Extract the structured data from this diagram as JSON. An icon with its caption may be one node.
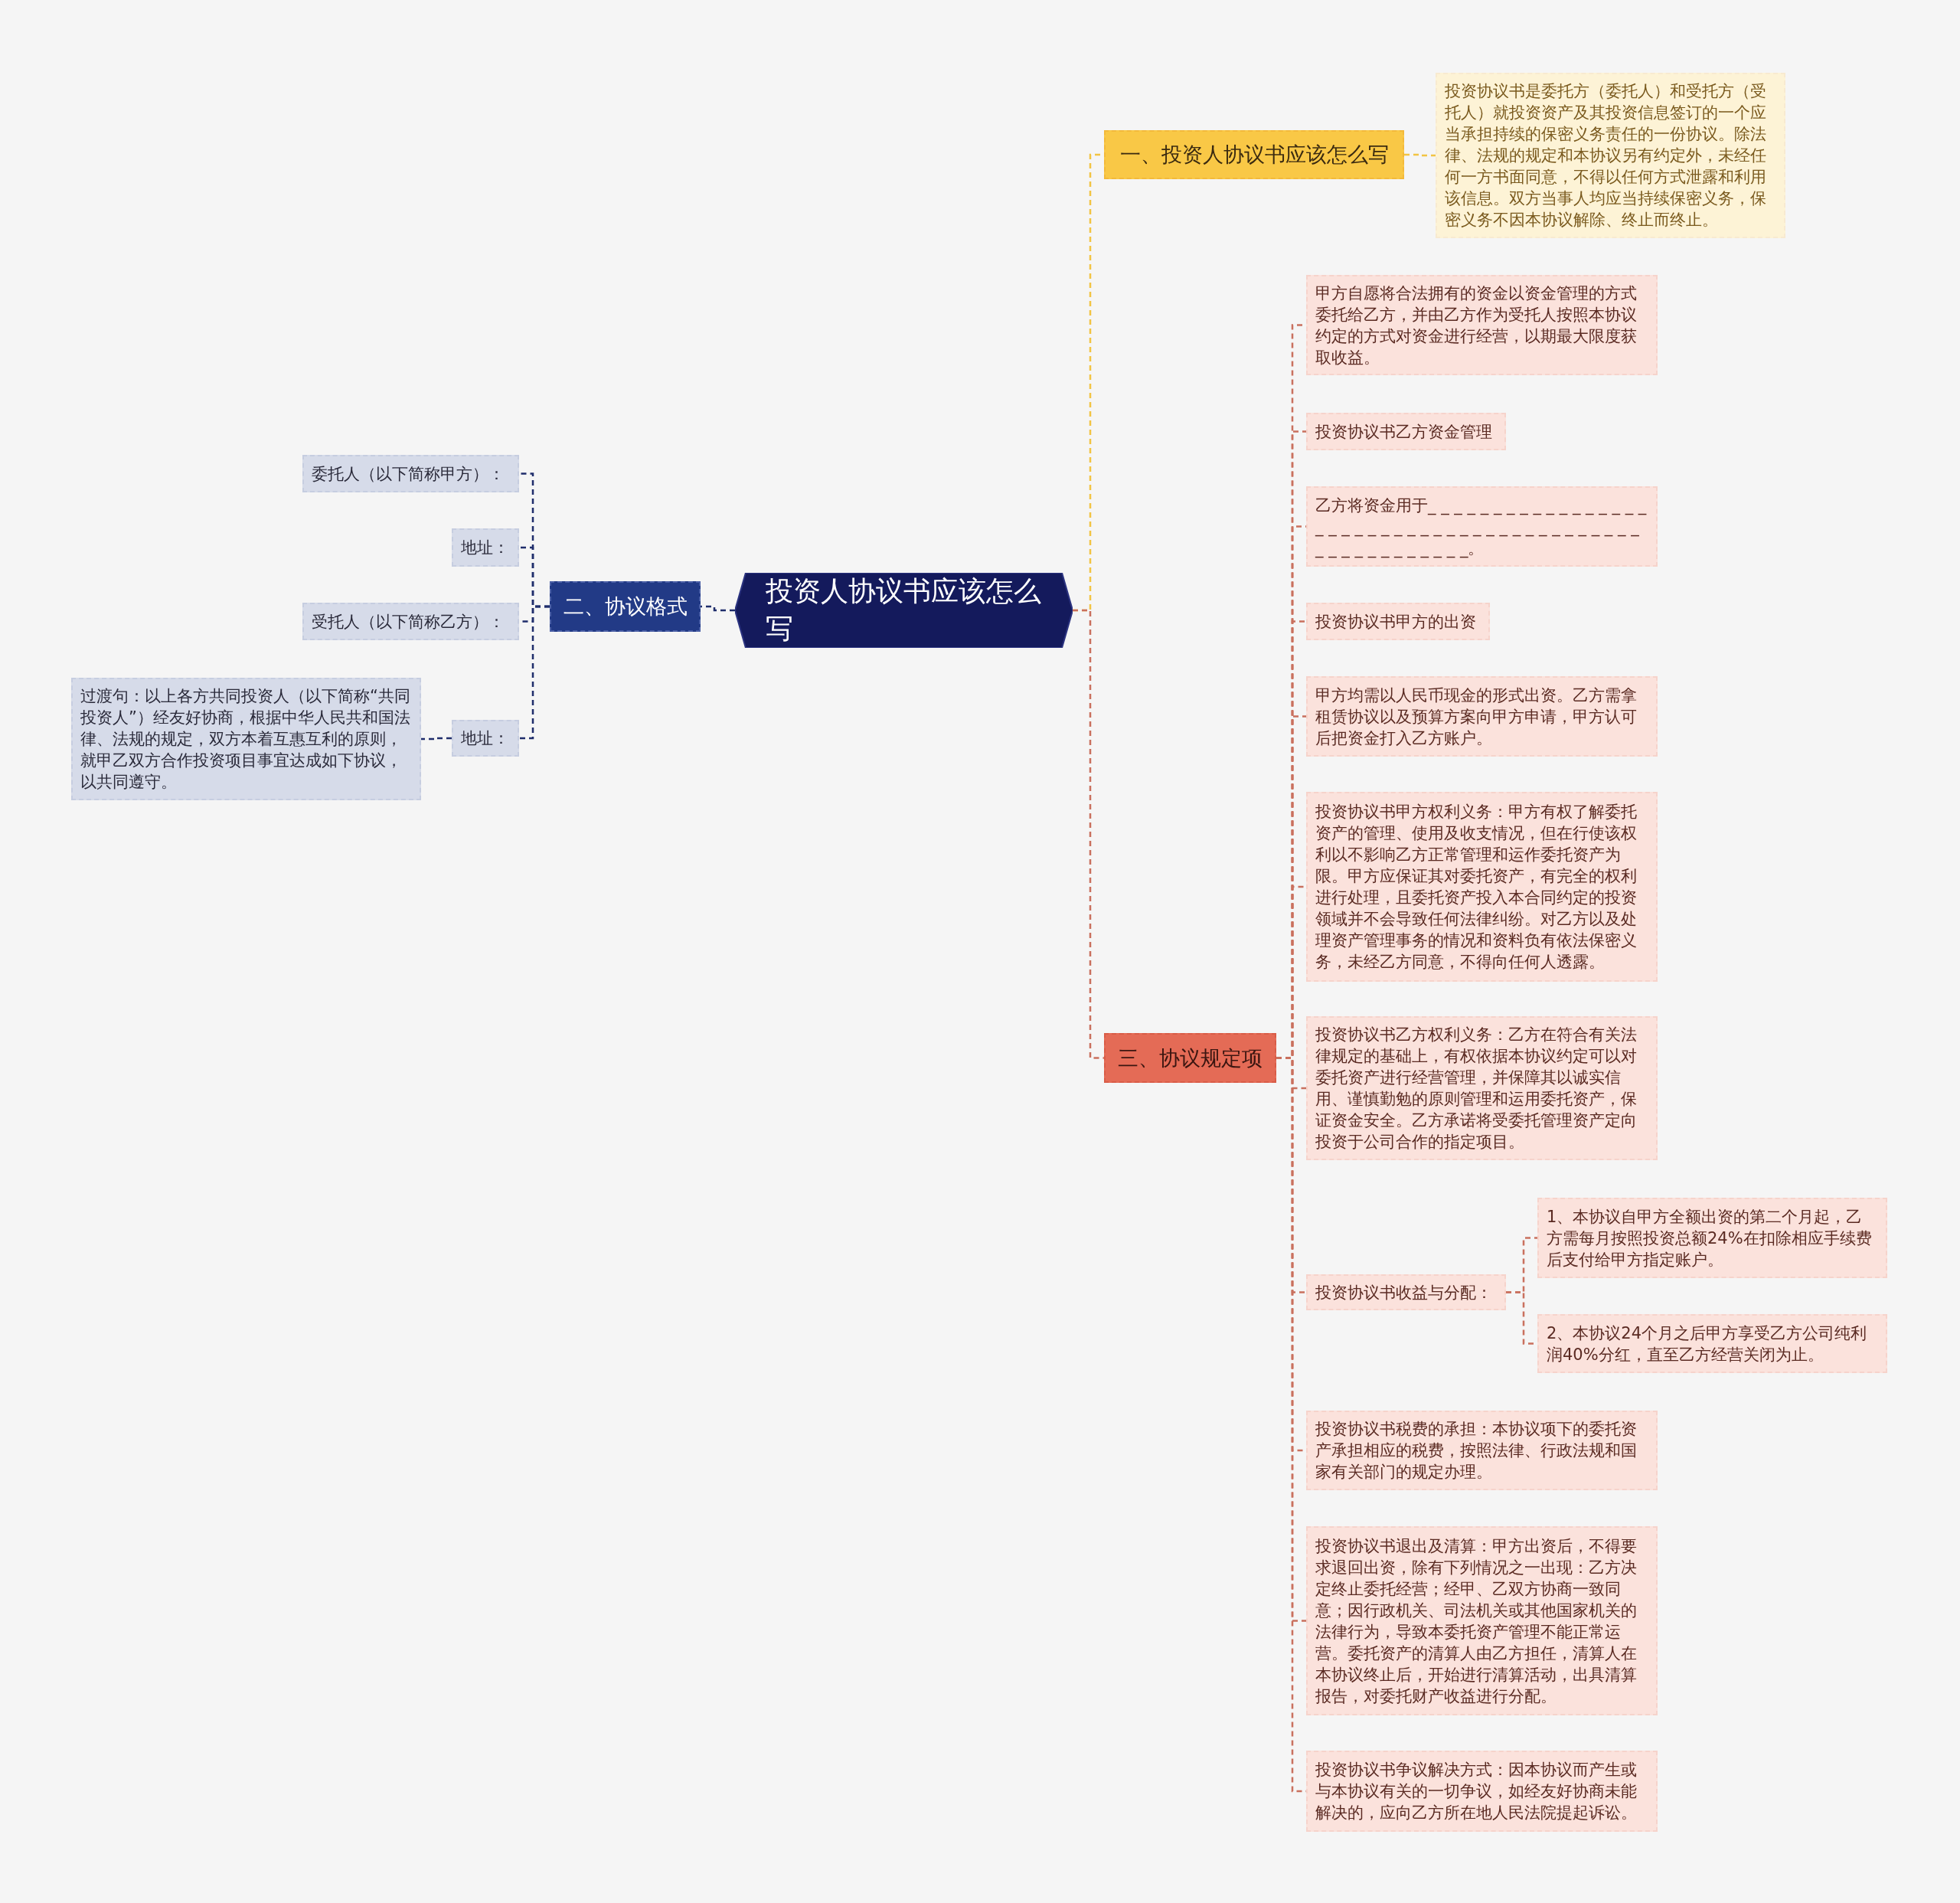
{
  "diagram": {
    "nodes": [
      {
        "text": [
          "投资人协议书应该怎么写"
        ]
      },
      {
        "text": [
          "一、投资人协议书应该怎么写"
        ]
      },
      {
        "text": [
          "投资协议书是委托方（委托人）和受托方（受托人）就投资资产及其投资信息签订的一个应当承担持续的保密义务责任的一份协议。除法律、法规的规定和本协议另有约定外，未经任何一方书面同意，不得以任何方式泄露和利用该信息。双方当事人均应当持续保密义务，保密义务不因本协议解除、终止而终止。"
        ]
      },
      {
        "text": [
          "二、协议格式"
        ]
      },
      {
        "text": [
          "委托人（以下简称甲方）："
        ]
      },
      {
        "text": [
          "地址："
        ]
      },
      {
        "text": [
          "受托人（以下简称乙方）："
        ]
      },
      {
        "text": [
          "地址："
        ]
      },
      {
        "text": [
          "过渡句：以上各方共同投资人（以下简称“共同投资人”）经友好协商，根据中华人民共和国法律、法规的规定，双方本着互惠互利的原则，就甲乙双方合作投资项目事宜达成如下协议，以共同遵守。"
        ]
      },
      {
        "text": [
          "三、协议规定项"
        ]
      },
      {
        "text": [
          "甲方自愿将合法拥有的资金以资金管理的方式委托给乙方，并由乙方作为受托人按照本协议约定的方式对资金进行经营，以期最大限度获取收益。"
        ]
      },
      {
        "text": [
          "投资协议书乙方资金管理"
        ]
      },
      {
        "text": [
          "乙方将资金用于_ _ _ _ _ _ _ _ _ _ _ _ _ _ _ _ _ _ _ _ _ _ _ _ _ _ _ _ _ _ _ _ _ _ _ _ _ _ _ _ _ _ _ _ _ _ _ _ _ _ _ _ _ _。"
        ]
      },
      {
        "text": [
          "投资协议书甲方的出资"
        ]
      },
      {
        "text": [
          "甲方均需以人民币现金的形式出资。乙方需拿租赁协议以及预算方案向甲方申请，甲方认可后把资金打入乙方账户。"
        ]
      },
      {
        "text": [
          "投资协议书甲方权利义务：甲方有权了解委托资产的管理、使用及收支情况，但在行使该权利以不影响乙方正常管理和运作委托资产为限。甲方应保证其对委托资产，有完全的权利进行处理，且委托资产投入本合同约定的投资领域并不会导致任何法律纠纷。对乙方以及处理资产管理事务的情况和资料负有依法保密义务，未经乙方同意，不得向任何人透露。"
        ]
      },
      {
        "text": [
          "投资协议书乙方权利义务：乙方在符合有关法律规定的基础上，有权依据本协议约定可以对委托资产进行经营管理，并保障其以诚实信用、谨慎勤勉的原则管理和运用委托资产，保证资金安全。乙方承诺将受委托管理资产定向投资于公司合作的指定项目。"
        ]
      },
      {
        "text": [
          "投资协议书收益与分配："
        ]
      },
      {
        "text": [
          "1、本协议自甲方全额出资的第二个月起，乙方需每月按照投资总额24%在扣除相应手续费后支付给甲方指定账户。"
        ]
      },
      {
        "text": [
          "2、本协议24个月之后甲方享受乙方公司纯利润40%分红，直至乙方经营关闭为止。"
        ]
      },
      {
        "text": [
          "投资协议书税费的承担：本协议项下的委托资产承担相应的税费，按照法律、行政法规和国家有关部门的规定办理。"
        ]
      },
      {
        "text": [
          "投资协议书退出及清算：甲方出资后，不得要求退回出资，除有下列情况之一出现：乙方决定终止委托经营；经甲、乙双方协商一致同意；因行政机关、司法机关或其他国家机关的法律行为，导致本委托资产管理不能正常运营。委托资产的清算人由乙方担任，清算人在本协议终止后，开始进行清算活动，出具清算报告，对委托财产收益进行分配。"
        ]
      },
      {
        "text": [
          "投资协议书争议解决方式：因本协议而产生或与本协议有关的一切争议，如经友好协商未能解决的，应向乙方所在地人民法院提起诉讼。"
        ]
      }
    ],
    "edges": [
      {
        "from": 0,
        "to": 1,
        "arrow": "none",
        "color": "#f2c443"
      },
      {
        "from": 1,
        "to": 2,
        "arrow": "none",
        "color": "#f2c443"
      },
      {
        "from": 0,
        "to": 3,
        "arrow": "none",
        "color": "#1f2d6b"
      },
      {
        "from": 3,
        "to": 4,
        "arrow": "none",
        "color": "#1f2d6b"
      },
      {
        "from": 3,
        "to": 5,
        "arrow": "none",
        "color": "#1f2d6b"
      },
      {
        "from": 3,
        "to": 6,
        "arrow": "none",
        "color": "#1f2d6b"
      },
      {
        "from": 3,
        "to": 7,
        "arrow": "none",
        "color": "#1f2d6b"
      },
      {
        "from": 7,
        "to": 8,
        "arrow": "none",
        "color": "#1f2d6b"
      },
      {
        "from": 0,
        "to": 9,
        "arrow": "none"
      },
      {
        "from": 9,
        "to": 10,
        "arrow": "none"
      },
      {
        "from": 9,
        "to": 11,
        "arrow": "none"
      },
      {
        "from": 9,
        "to": 12,
        "arrow": "none"
      },
      {
        "from": 9,
        "to": 13,
        "arrow": "none"
      },
      {
        "from": 9,
        "to": 14,
        "arrow": "none"
      },
      {
        "from": 9,
        "to": 15,
        "arrow": "none"
      },
      {
        "from": 9,
        "to": 16,
        "arrow": "none"
      },
      {
        "from": 9,
        "to": 17,
        "arrow": "none"
      },
      {
        "from": 17,
        "to": 18,
        "arrow": "none"
      },
      {
        "from": 17,
        "to": 19,
        "arrow": "none"
      },
      {
        "from": 9,
        "to": 20,
        "arrow": "none"
      },
      {
        "from": 9,
        "to": 21,
        "arrow": "none"
      },
      {
        "from": 9,
        "to": 22,
        "arrow": "none"
      }
    ]
  }
}
